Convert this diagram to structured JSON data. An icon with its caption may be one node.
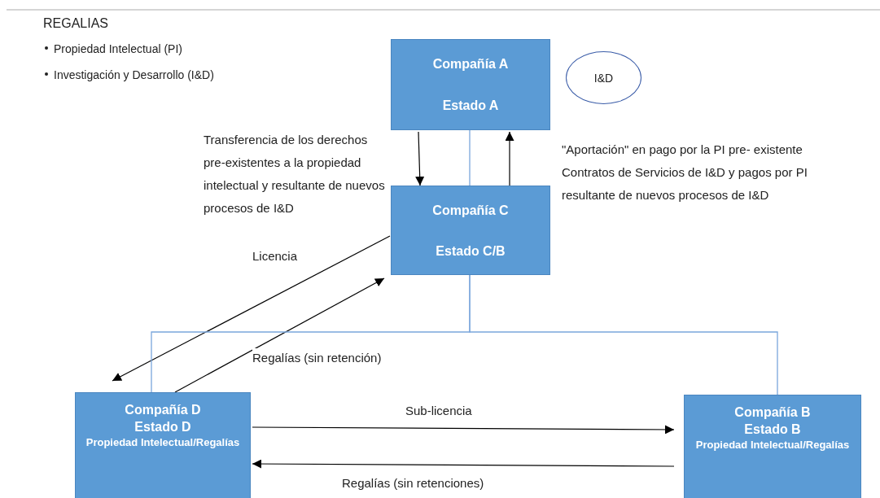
{
  "diagram": {
    "title": "REGALIAS",
    "nodes": [
      {
        "text": [
          "Compañía A",
          "Estado A"
        ]
      },
      {
        "text": [
          "I&D"
        ]
      },
      {
        "text": [
          "Compañía C",
          "Estado C/B"
        ]
      },
      {
        "text": [
          "Compañía D",
          "Estado D",
          "Propiedad Intelectual/Regalías"
        ]
      },
      {
        "text": [
          "Compañía B",
          "Estado B",
          "Propiedad Intelectual/Regalías"
        ]
      }
    ],
    "edges": [
      {
        "from": 0,
        "to": 2,
        "arrow": "to",
        "label": "Transferencia de los derechos pre-existentes a la propiedad intelectual y resultante de nuevos procesos de I&D"
      },
      {
        "from": 2,
        "to": 0,
        "arrow": "to",
        "label": "\"Aportación\" en pago por la PI pre- existente Contratos de Servicios de I&D y pagos por PI resultante de nuevos procesos de I&D"
      },
      {
        "from": 0,
        "to": 2,
        "arrow": "none",
        "color": "#7aa6dc"
      },
      {
        "from": 2,
        "to": 3,
        "arrow": "to",
        "label": "Licencia"
      },
      {
        "from": 3,
        "to": 2,
        "arrow": "to",
        "label": "Regalías (sin retención)"
      },
      {
        "from": 2,
        "to": 3,
        "arrow": "none",
        "color": "#7aa6dc"
      },
      {
        "from": 2,
        "to": 4,
        "arrow": "none",
        "color": "#7aa6dc"
      },
      {
        "from": 3,
        "to": 4,
        "arrow": "to",
        "label": "Sub-licencia"
      },
      {
        "from": 4,
        "to": 3,
        "arrow": "to",
        "label": "Regalías (sin retenciones)"
      }
    ],
    "labels": [
      "Propiedad Intelectual (PI)",
      "Investigación y Desarrollo (I&D)"
    ]
  }
}
